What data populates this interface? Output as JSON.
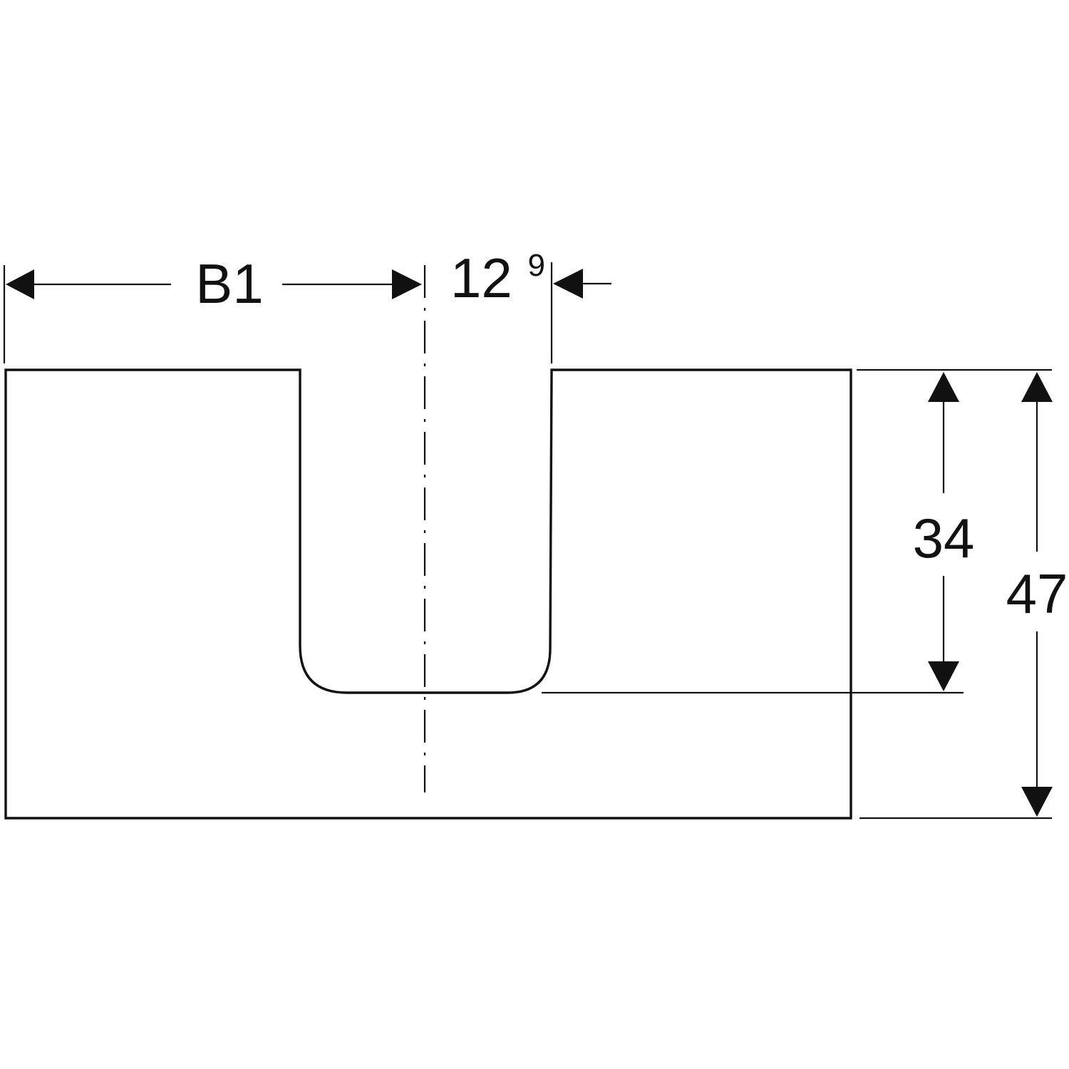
{
  "dimensions": {
    "b1_label": "B1",
    "cutout_width_main": "12",
    "cutout_width_sup": "9",
    "cutout_depth": "34",
    "total_depth": "47"
  },
  "colors": {
    "line": "#111111",
    "background": "#ffffff"
  }
}
